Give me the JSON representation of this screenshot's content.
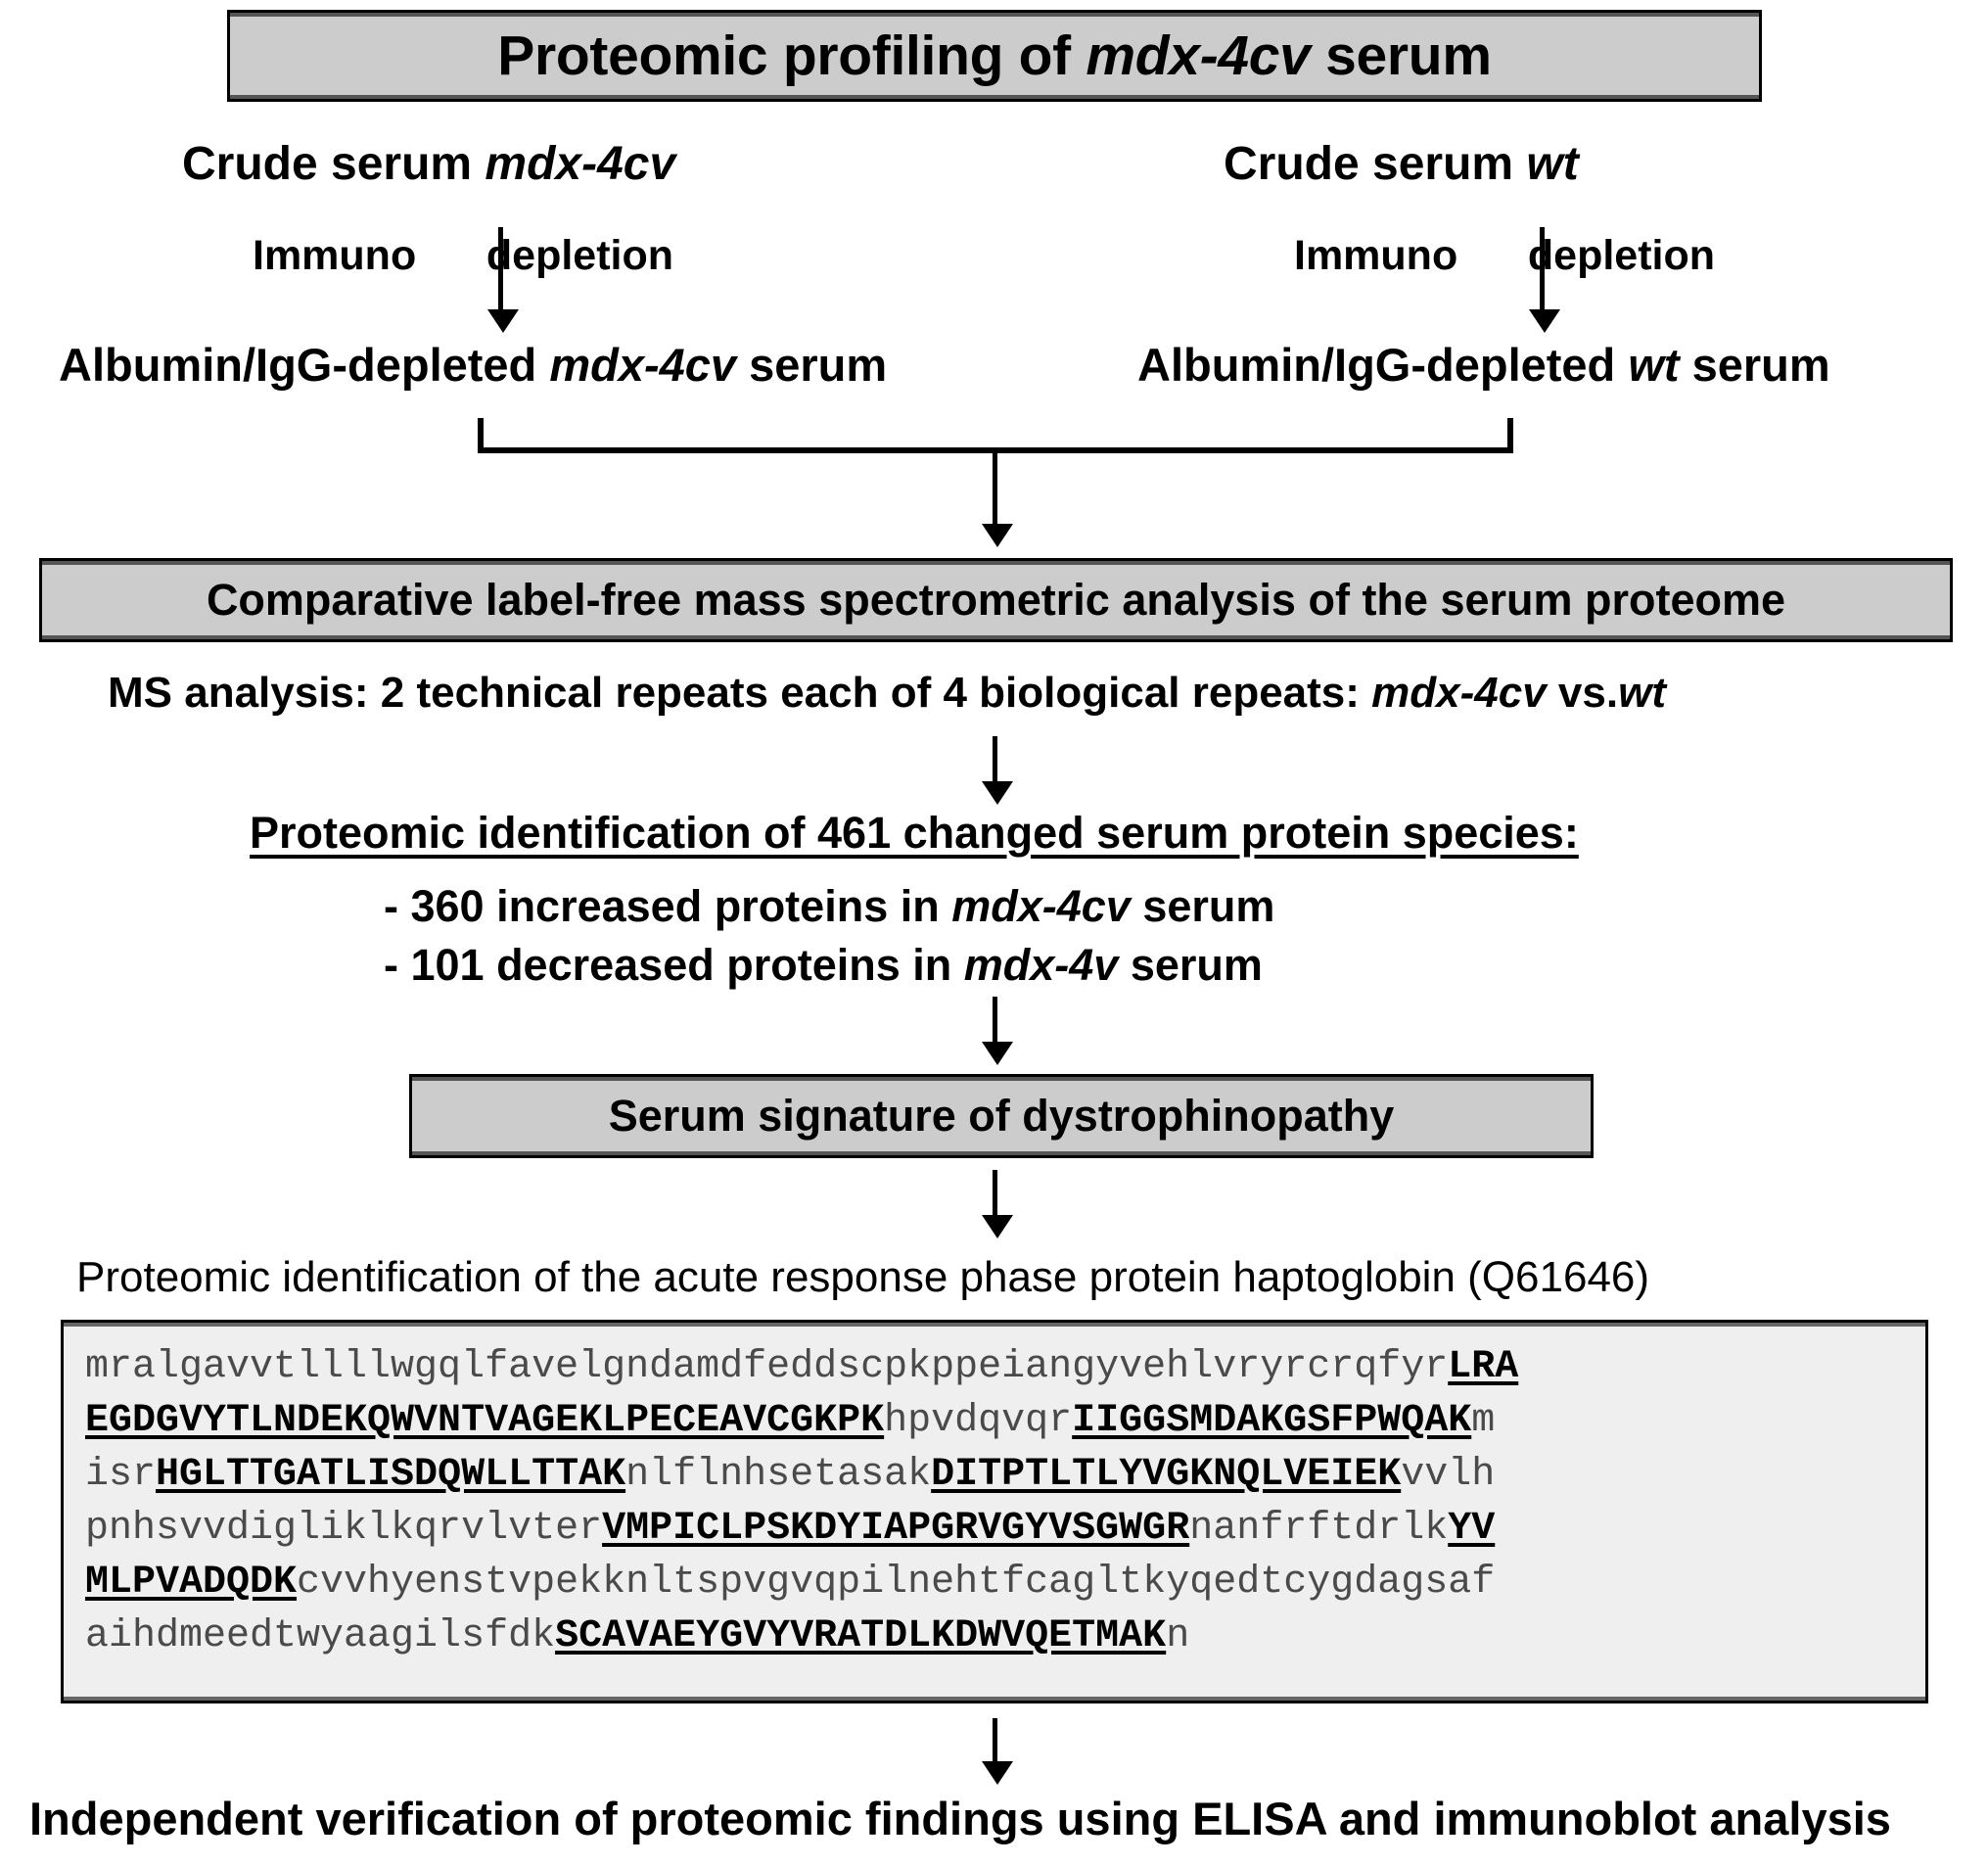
{
  "title": {
    "text": "Proteomic profiling of mdx-4cv serum",
    "plain_prefix": "Proteomic profiling of ",
    "italic_part": "mdx-4cv",
    "plain_suffix": " serum"
  },
  "branches": {
    "left": {
      "source_label_plain": "Crude serum ",
      "source_label_italic": "mdx-4cv",
      "step_label": "Immuno depletion",
      "step_label_a": "Immuno",
      "step_label_b": "depletion",
      "result_plain": "Albumin/IgG-depleted ",
      "result_italic": "mdx-4cv",
      "result_suffix": " serum"
    },
    "right": {
      "source_label_plain": "Crude serum ",
      "source_label_italic": "wt",
      "step_label": "Immuno depletion",
      "step_label_a": "Immuno",
      "step_label_b": "depletion",
      "result_plain": "Albumin/IgG-depleted ",
      "result_italic": "wt",
      "result_suffix": " serum"
    }
  },
  "comparative_box": {
    "text": "Comparative label-free mass spectrometric analysis of the serum proteome"
  },
  "ms_line": {
    "prefix": "MS analysis: 2 technical repeats each of 4 biological repeats: ",
    "italic_a": "mdx-4cv",
    "middle": " vs.",
    "italic_b": "wt"
  },
  "identification": {
    "heading": "Proteomic identification of 461 changed serum protein species:",
    "heading_underlined": "Proteomic identification of 461 changed serum protein species",
    "heading_colon": ":",
    "count_total": "461",
    "items": [
      {
        "prefix": "- 360 increased proteins in ",
        "italic": "mdx-4cv",
        "suffix": " serum",
        "count": "360",
        "direction": "increased"
      },
      {
        "prefix": "- 101 decreased proteins in ",
        "italic": "mdx-4v",
        "suffix": " serum",
        "count": "101",
        "direction": "decreased"
      }
    ]
  },
  "signature_box": {
    "text": "Serum signature of dystrophinopathy"
  },
  "haptoglobin_line": {
    "text": "Proteomic identification  of the acute response phase protein haptoglobin  (Q61646)",
    "accession": "Q61646"
  },
  "sequence": {
    "protein": "haptoglobin",
    "accession": "Q61646",
    "lines": [
      [
        {
          "t": "mralgavvtllllwgqlfavelgndamdfeddscpkppeiangyvehlvryrcrqfyr",
          "b": false
        },
        {
          "t": "LRA",
          "b": true
        }
      ],
      [
        {
          "t": "EGDGVYTLNDEKQWVNTVAGEKLPECEAVCGKPK",
          "b": true
        },
        {
          "t": "hpvdqvqr",
          "b": false
        },
        {
          "t": "IIGGSMDAKGSFPWQAK",
          "b": true
        },
        {
          "t": "m",
          "b": false
        }
      ],
      [
        {
          "t": "isr",
          "b": false
        },
        {
          "t": "HGLTTGATLISDQWLLTTAK",
          "b": true
        },
        {
          "t": "nlflnhsetasak",
          "b": false
        },
        {
          "t": "DITPTLTLYVGKNQLVEIEK",
          "b": true
        },
        {
          "t": "vvlh",
          "b": false
        }
      ],
      [
        {
          "t": "pnhsvvdigliklkqrvlvter",
          "b": false
        },
        {
          "t": "VMPICLPSKDYIAPGRVGYVSGWGR",
          "b": true
        },
        {
          "t": "nanfrftdrlk",
          "b": false
        },
        {
          "t": "YV",
          "b": true
        }
      ],
      [
        {
          "t": "MLPVADQDK",
          "b": true
        },
        {
          "t": "cvvhyenstvpekknltspvgvqpilnehtfcagltkyqedtcygdagsaf",
          "b": false
        }
      ],
      [
        {
          "t": "aihdmeedtwyaagilsfdk",
          "b": false
        },
        {
          "t": "SCAVAEYGVYVRATDLKDWVQETMAK",
          "b": true
        },
        {
          "t": "n",
          "b": false
        }
      ]
    ]
  },
  "footer_line": {
    "text": "Independent verification of proteomic findings using ELISA and immunoblot analysis"
  },
  "colors": {
    "box_fill": "#cccccc",
    "sequence_box_fill": "#efefef",
    "border": "#000000",
    "sequence_text": "#4a4a4a",
    "peptide_text": "#000000"
  }
}
